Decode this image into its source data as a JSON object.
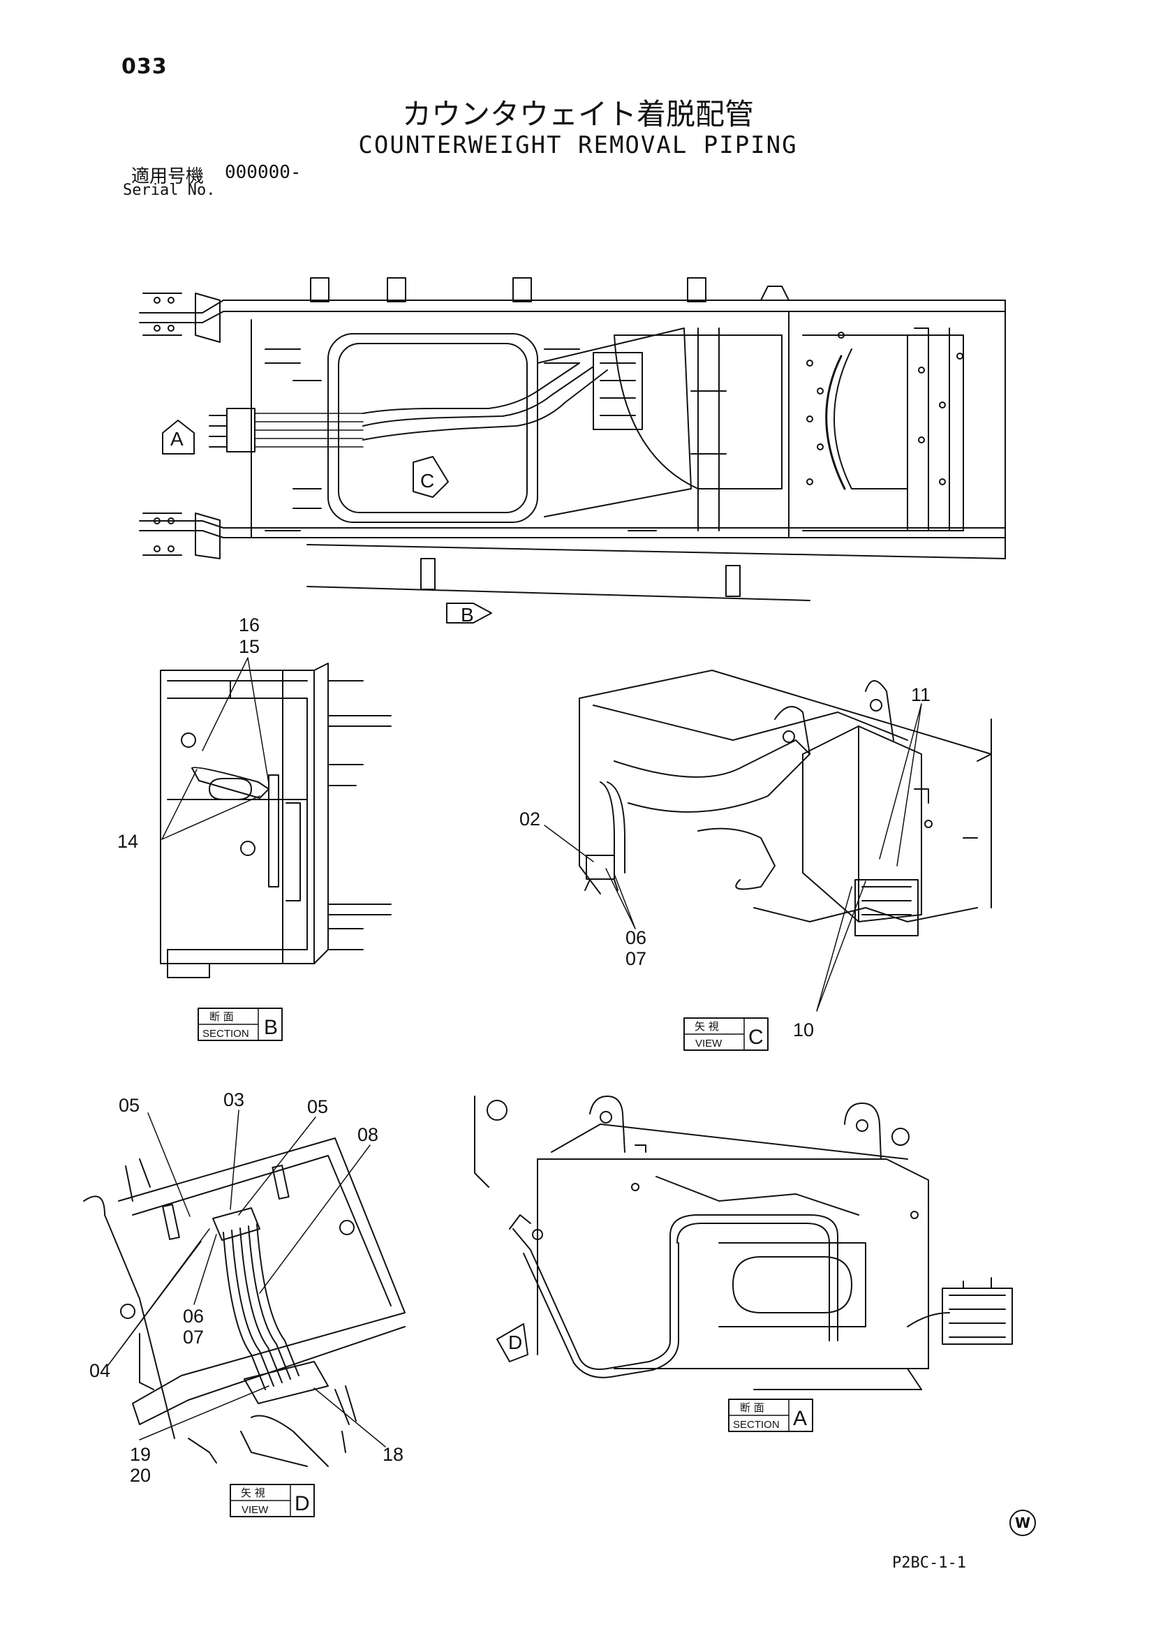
{
  "header": {
    "page_number": "033",
    "title_jp": "カウンタウェイト着脱配管",
    "title_en": "COUNTERWEIGHT REMOVAL PIPING",
    "serial_label_jp": "適用号機",
    "serial_value": "000000-",
    "serial_label_en": "Serial No."
  },
  "view_arrows": {
    "a": "A",
    "b": "B",
    "c": "C",
    "d": "D"
  },
  "section_tags": {
    "b": {
      "jp": "断 面",
      "en": "SECTION",
      "letter": "B"
    },
    "c": {
      "jp": "矢 視",
      "en": "VIEW",
      "letter": "C"
    },
    "a": {
      "jp": "断 面",
      "en": "SECTION",
      "letter": "A"
    },
    "d": {
      "jp": "矢 視",
      "en": "VIEW",
      "letter": "D"
    }
  },
  "callouts": {
    "section_b": [
      "16",
      "15",
      "14"
    ],
    "view_c": [
      "11",
      "02",
      "06",
      "07",
      "10"
    ],
    "view_d": [
      "05",
      "03",
      "05",
      "08",
      "06",
      "07",
      "04",
      "19",
      "20",
      "18"
    ]
  },
  "footer": {
    "w_mark": "W",
    "code": "P2BC-1-1"
  }
}
